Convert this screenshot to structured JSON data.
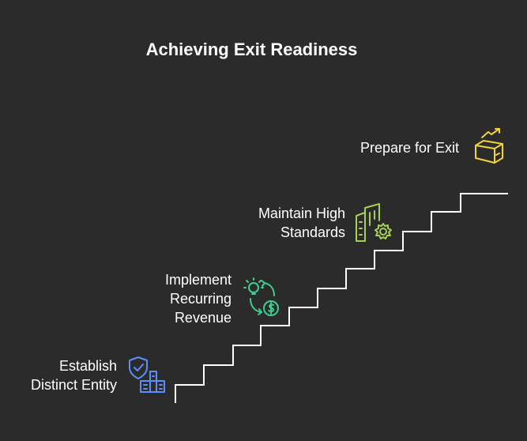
{
  "title": "Achieving Exit Readiness",
  "steps": [
    {
      "lines": [
        "Establish",
        "Distinct Entity"
      ],
      "icon": "shield-building-icon",
      "color": "#5b8ff9"
    },
    {
      "lines": [
        "Implement",
        "Recurring",
        "Revenue"
      ],
      "icon": "idea-money-cycle-icon",
      "color": "#3ecf8e"
    },
    {
      "lines": [
        "Maintain High",
        "Standards"
      ],
      "icon": "building-gear-icon",
      "color": "#a6d05a"
    },
    {
      "lines": [
        "Prepare for Exit"
      ],
      "icon": "growth-box-icon",
      "color": "#f2d33a"
    }
  ]
}
